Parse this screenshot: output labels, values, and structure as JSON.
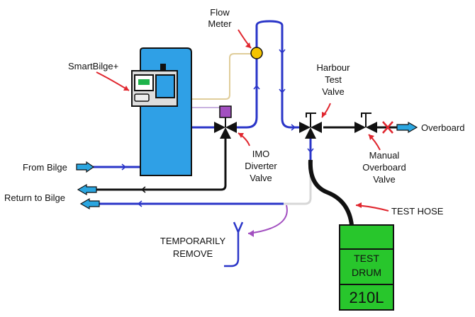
{
  "labels": {
    "flow_meter": [
      "Flow",
      "Meter"
    ],
    "smartbilge": "SmartBilge+",
    "harbour_test_valve": [
      "Harbour",
      "Test",
      "Valve"
    ],
    "overboard": "Overboard",
    "from_bilge": "From Bilge",
    "imo_diverter_valve": [
      "IMO",
      "Diverter",
      "Valve"
    ],
    "manual_overboard_valve": [
      "Manual",
      "Overboard",
      "Valve"
    ],
    "return_to_bilge": "Return to Bilge",
    "test_hose": "TEST HOSE",
    "temporarily_remove": [
      "TEMPORARILY",
      "REMOVE"
    ],
    "drum": [
      "TEST",
      "DRUM"
    ],
    "drum_capacity": "210L"
  },
  "colors": {
    "pipe": "#2a35c8",
    "hose": "#111111",
    "wire": "#e0cd9a",
    "arrow": "#e0262e",
    "purple": "#a24fc0",
    "unit": "#2fa0e6",
    "drum": "#28c62c",
    "meter": "#f5c400",
    "port_arrow": "#2ba6e0"
  }
}
